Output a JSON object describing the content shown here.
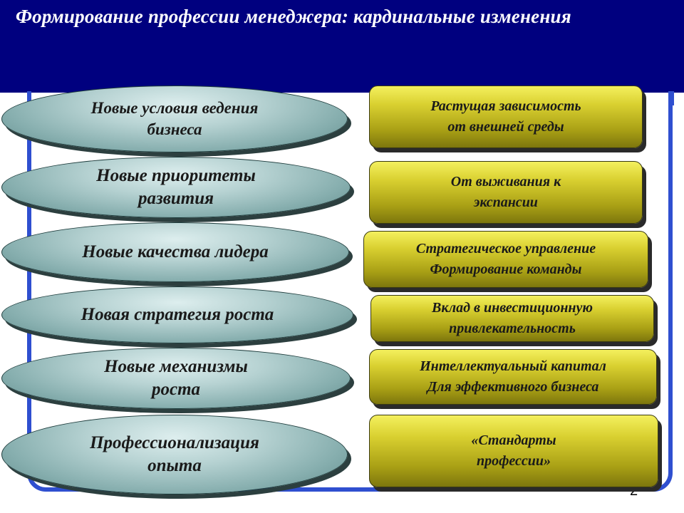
{
  "slide": {
    "title": "Формирование профессии менеджера: кардинальные изменения",
    "page_number": "2"
  },
  "left_items": [
    {
      "label": "Новые условия ведения\nбизнеса"
    },
    {
      "label": "Новые приоритеты\nразвития"
    },
    {
      "label": "Новые качества лидера"
    },
    {
      "label": "Новая стратегия роста"
    },
    {
      "label": "Новые механизмы\nроста"
    },
    {
      "label": "Профессионализация\nопыта"
    }
  ],
  "right_items": [
    {
      "label": "Растущая зависимость\nот  внешней среды"
    },
    {
      "label": "От выживания к\nэкспансии"
    },
    {
      "label": "Стратегическое управление\nФормирование команды"
    },
    {
      "label": "Вклад в инвестиционную\nпривлекательность"
    },
    {
      "label": "Интеллектуальный капитал\nДля эффективного бизнеса"
    },
    {
      "label": "«Стандарты\nпрофессии»"
    }
  ],
  "colors": {
    "header": "#00007f",
    "frame": "#2f4fd0",
    "ellipse": "#9fc2c2",
    "box": "#c8bf26"
  }
}
